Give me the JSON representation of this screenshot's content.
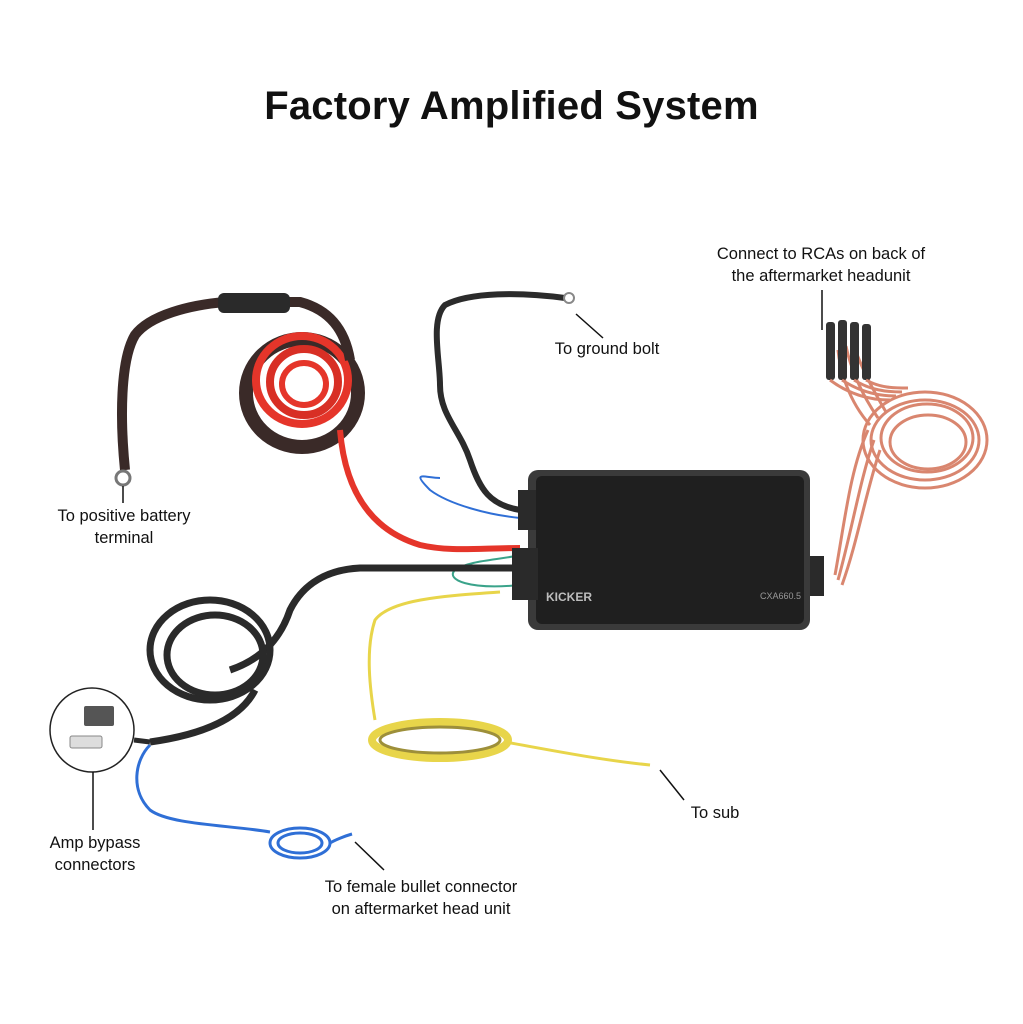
{
  "title": "Factory Amplified System",
  "labels": {
    "rca": [
      "Connect to RCAs on back of",
      "the aftermarket headunit"
    ],
    "ground": "To ground bolt",
    "battery": [
      "To positive battery",
      "terminal"
    ],
    "bypass": [
      "Amp bypass",
      "connectors"
    ],
    "bullet": [
      "To female bullet connector",
      "on aftermarket head unit"
    ],
    "sub": "To sub"
  },
  "amplifier": {
    "brand": "KICKER",
    "model": "CXA660.5"
  },
  "colors": {
    "power_wire": "#e5352a",
    "ground_wire": "#2b2b2b",
    "remote_wire": "#2f6fd6",
    "sub_wire": "#e8d54a",
    "rca_cable": "#d9866f",
    "amp_body": "#222222",
    "text": "#111111"
  }
}
